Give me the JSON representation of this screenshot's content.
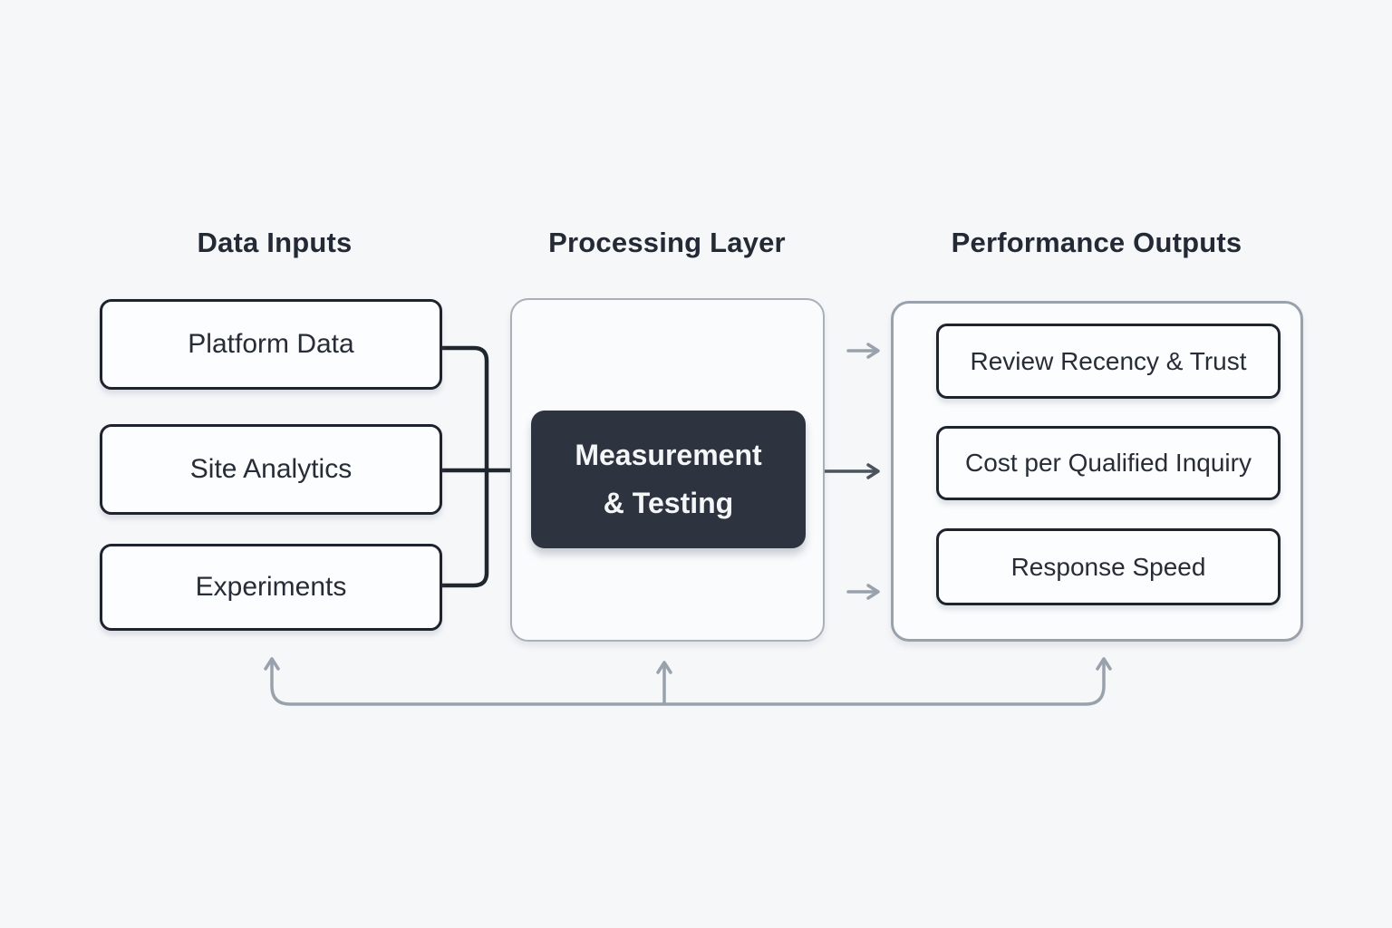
{
  "colors": {
    "background": "#f6f7f9",
    "box_border_dark": "#1d242e",
    "box_fill": "#fcfdfe",
    "processing_box_fill": "#2d343f",
    "processing_box_text": "#f4f6f8",
    "connector_dark": "#20262e",
    "connector_gray": "#99a2ac",
    "connector_mid": "#4b535d",
    "container_border_light": "#a8b0ba",
    "text_dark": "#232a35"
  },
  "headers": {
    "inputs": "Data Inputs",
    "processing": "Processing Layer",
    "outputs": "Performance Outputs"
  },
  "inputs": {
    "boxes": [
      {
        "label": "Platform Data"
      },
      {
        "label": "Site Analytics"
      },
      {
        "label": "Experiments"
      }
    ]
  },
  "processing": {
    "box": {
      "line1": "Measurement",
      "line2": "& Testing"
    }
  },
  "outputs": {
    "boxes": [
      {
        "label": "Review Recency & Trust"
      },
      {
        "label": "Cost per Qualified Inquiry"
      },
      {
        "label": "Response Speed"
      }
    ]
  }
}
